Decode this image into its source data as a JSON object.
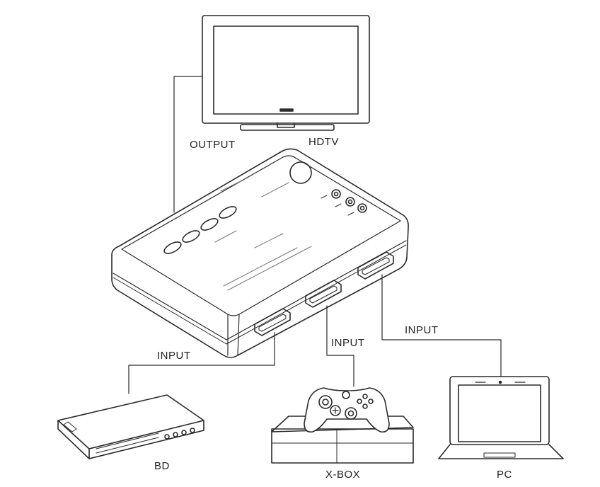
{
  "labels": {
    "output": "OUTPUT",
    "hdtv": "HDTV",
    "input_bd": "INPUT",
    "input_xbox": "INPUT",
    "input_pc": "INPUT",
    "bd": "BD",
    "xbox": "X-BOX",
    "pc": "PC"
  },
  "colors": {
    "line": "#2a2a2a",
    "background": "#ffffff"
  }
}
